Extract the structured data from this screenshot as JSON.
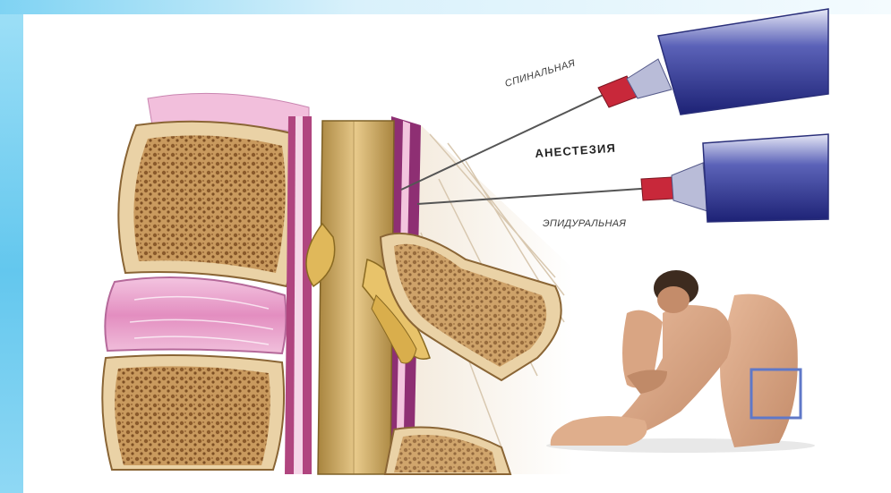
{
  "labels": {
    "spinal": "СПИНАЛЬНАЯ",
    "anesthesia": "АНЕСТЕЗИЯ",
    "epidural": "ЭПИДУРАЛЬНАЯ"
  },
  "colors": {
    "frame": "#63c7ee",
    "vertebra": "#c79a5c",
    "disc": "#e9a5cf",
    "dura": "#8e2f73",
    "cord": "#c9a45f",
    "syringe": "#2a2f8c",
    "needle_hub": "#c8283a",
    "highlight_box": "#5f78c8"
  }
}
